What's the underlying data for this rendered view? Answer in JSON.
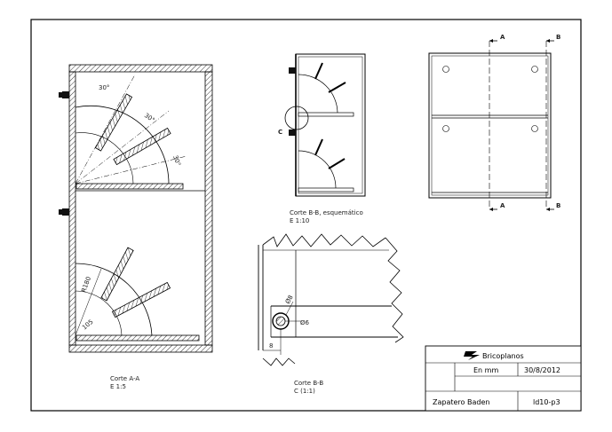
{
  "views": {
    "section_aa": {
      "caption": "Corte A-A",
      "scale": "E 1:5",
      "angle_1": "30°",
      "angle_2": "30°",
      "angle_3": "30°",
      "radius": "R180",
      "dim_105": "105"
    },
    "section_bb_schematic": {
      "caption": "Corte B-B, esquemático",
      "scale": "E 1:10",
      "detail_mark": "C"
    },
    "detail_c": {
      "caption": "Corte B-B",
      "scale": "C (1:1)",
      "dia_8": "Ø8",
      "dia_6": "Ø6",
      "dim_8": "8"
    },
    "front_view": {
      "cut_a": "A",
      "cut_b": "B"
    }
  },
  "title_block": {
    "brand": "Bricoplanos",
    "units": "En mm",
    "date": "30/8/2012",
    "project": "Zapatero Baden",
    "sheet_id": "ld10-p3"
  }
}
